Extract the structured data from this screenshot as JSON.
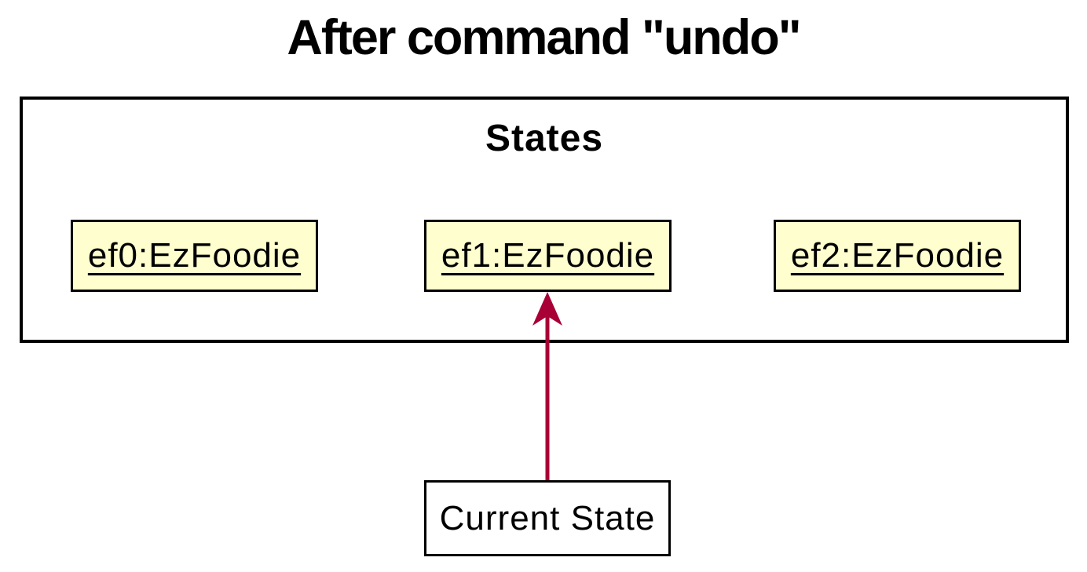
{
  "title": "After command \"undo\"",
  "diagram": {
    "container_label": "States",
    "objects": [
      {
        "label": "ef0:EzFoodie"
      },
      {
        "label": "ef1:EzFoodie"
      },
      {
        "label": "ef2:EzFoodie"
      }
    ],
    "pointer": {
      "label": "Current State",
      "points_to": "ef1:EzFoodie"
    }
  },
  "colors": {
    "background": "#FFFFFF",
    "object_fill": "#FEFECE",
    "object_border": "#000000",
    "container_border": "#000000",
    "arrow": "#A80036",
    "text": "#000000"
  }
}
